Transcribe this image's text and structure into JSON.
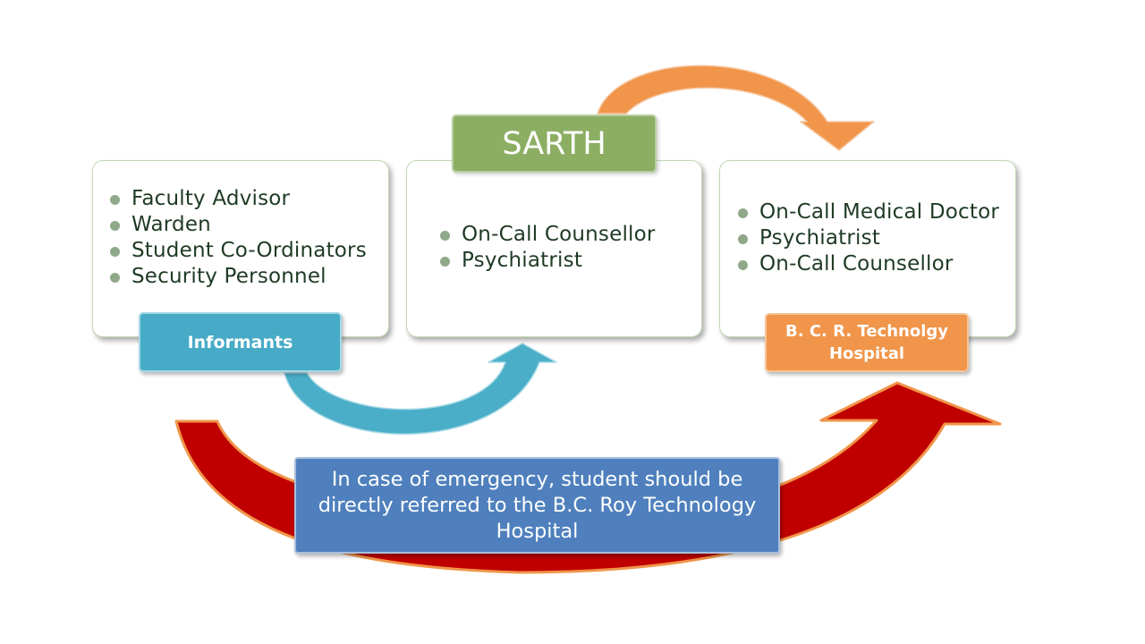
{
  "informants": {
    "title": "Informants",
    "members": [
      "Faculty Advisor",
      "Warden",
      "Student Co-Ordinators",
      "Security Personnel"
    ]
  },
  "sarth": {
    "title": "SARTH",
    "members": [
      "On-Call Counsellor",
      "Psychiatrist"
    ]
  },
  "hospital": {
    "title": "B. C. R. Technolgy Hospital",
    "members": [
      "On-Call Medical Doctor",
      "Psychiatrist",
      "On-Call Counsellor"
    ]
  },
  "emergency_note": "In case of emergency, student should be directly referred to the B.C. Roy Technology Hospital",
  "colors": {
    "card_border": "#c3d8b3",
    "bullet": "#8fa88a",
    "sarth_label": "#8cae63",
    "informants_label": "#47abc7",
    "hospital_label": "#f0954a",
    "emergency_box": "#4f80bd",
    "arrow_blue": "#4aaec8",
    "arrow_orange": "#f0954a",
    "arrow_red": "#c00000"
  }
}
